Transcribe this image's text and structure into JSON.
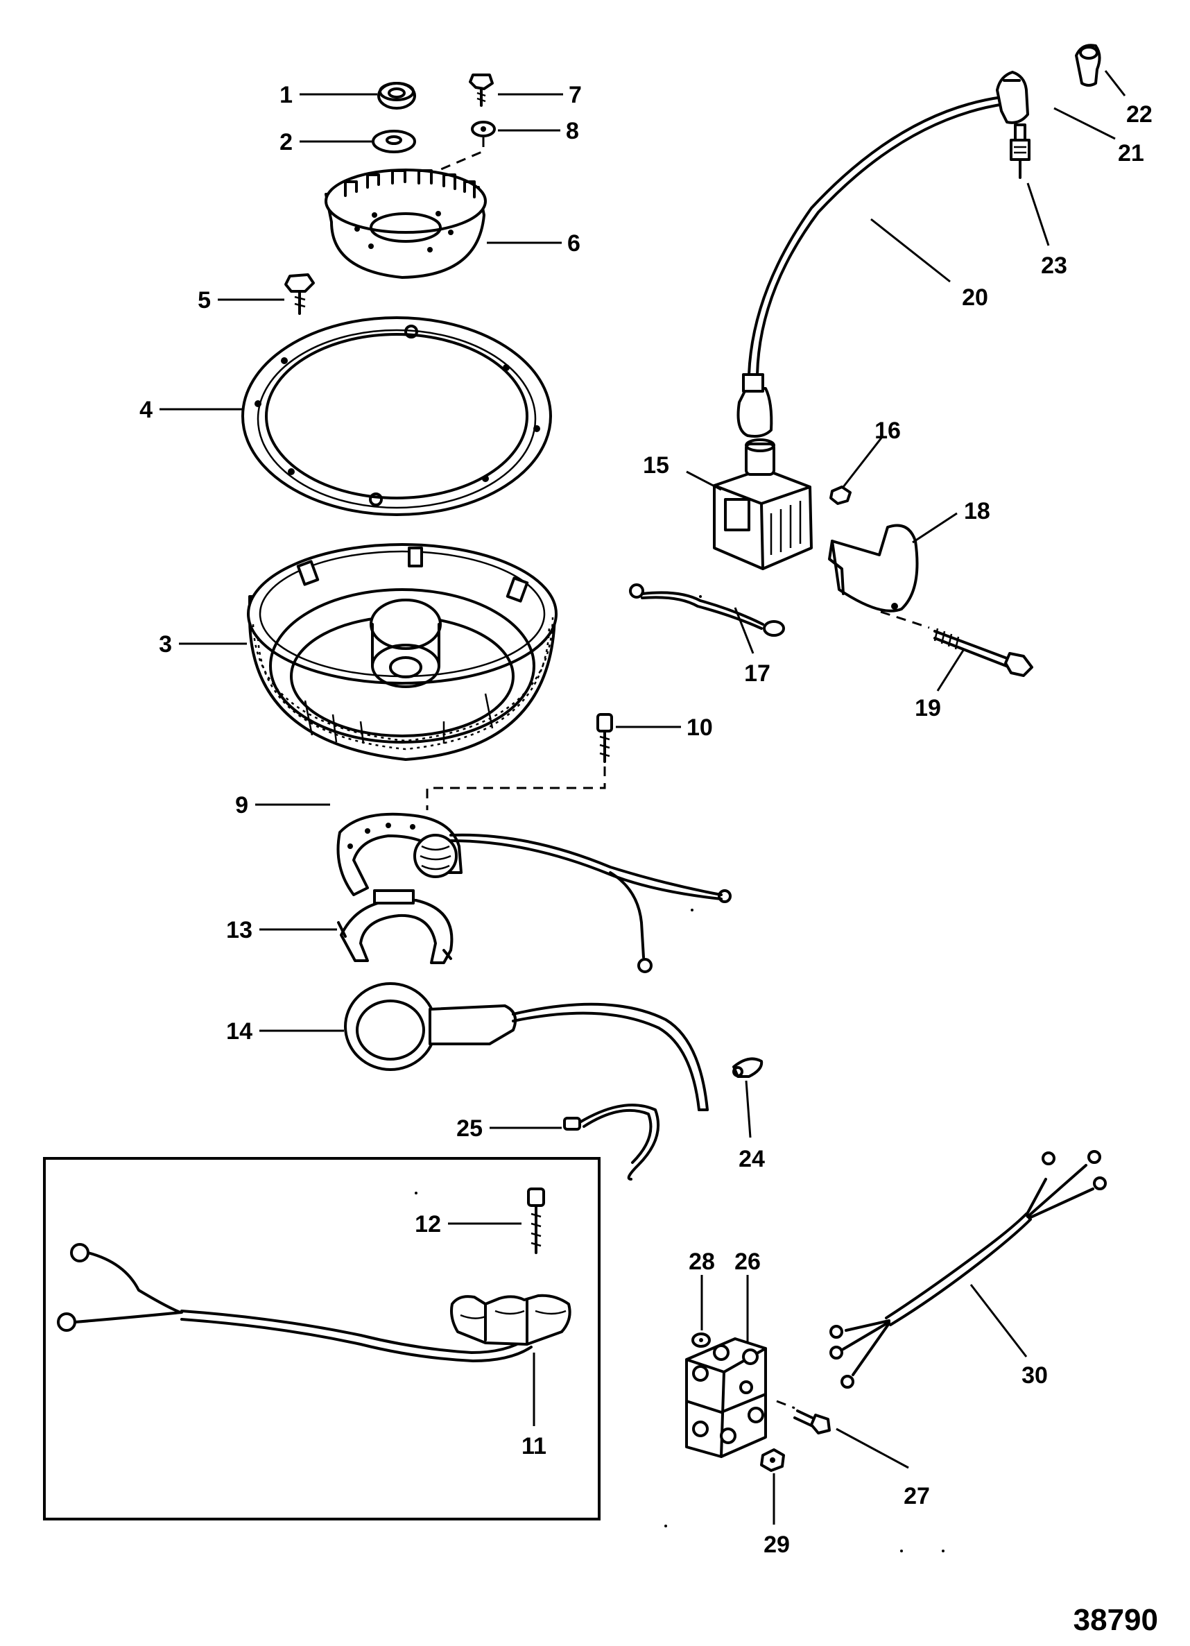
{
  "diagram": {
    "figure_number": "38790",
    "callouts": [
      {
        "id": "c1",
        "text": "1"
      },
      {
        "id": "c2",
        "text": "2"
      },
      {
        "id": "c3",
        "text": "3"
      },
      {
        "id": "c4",
        "text": "4"
      },
      {
        "id": "c5",
        "text": "5"
      },
      {
        "id": "c6",
        "text": "6"
      },
      {
        "id": "c7",
        "text": "7"
      },
      {
        "id": "c8",
        "text": "8"
      },
      {
        "id": "c9",
        "text": "9"
      },
      {
        "id": "c10",
        "text": "10"
      },
      {
        "id": "c11",
        "text": "11"
      },
      {
        "id": "c12",
        "text": "12"
      },
      {
        "id": "c13",
        "text": "13"
      },
      {
        "id": "c14",
        "text": "14"
      },
      {
        "id": "c15",
        "text": "15"
      },
      {
        "id": "c16",
        "text": "16"
      },
      {
        "id": "c17",
        "text": "17"
      },
      {
        "id": "c18",
        "text": "18"
      },
      {
        "id": "c19",
        "text": "19"
      },
      {
        "id": "c20",
        "text": "20"
      },
      {
        "id": "c21",
        "text": "21"
      },
      {
        "id": "c22",
        "text": "22"
      },
      {
        "id": "c23",
        "text": "23"
      },
      {
        "id": "c24",
        "text": "24"
      },
      {
        "id": "c25",
        "text": "25"
      },
      {
        "id": "c26",
        "text": "26"
      },
      {
        "id": "c27",
        "text": "27"
      },
      {
        "id": "c28",
        "text": "28"
      },
      {
        "id": "c29",
        "text": "29"
      },
      {
        "id": "c30",
        "text": "30"
      }
    ]
  }
}
